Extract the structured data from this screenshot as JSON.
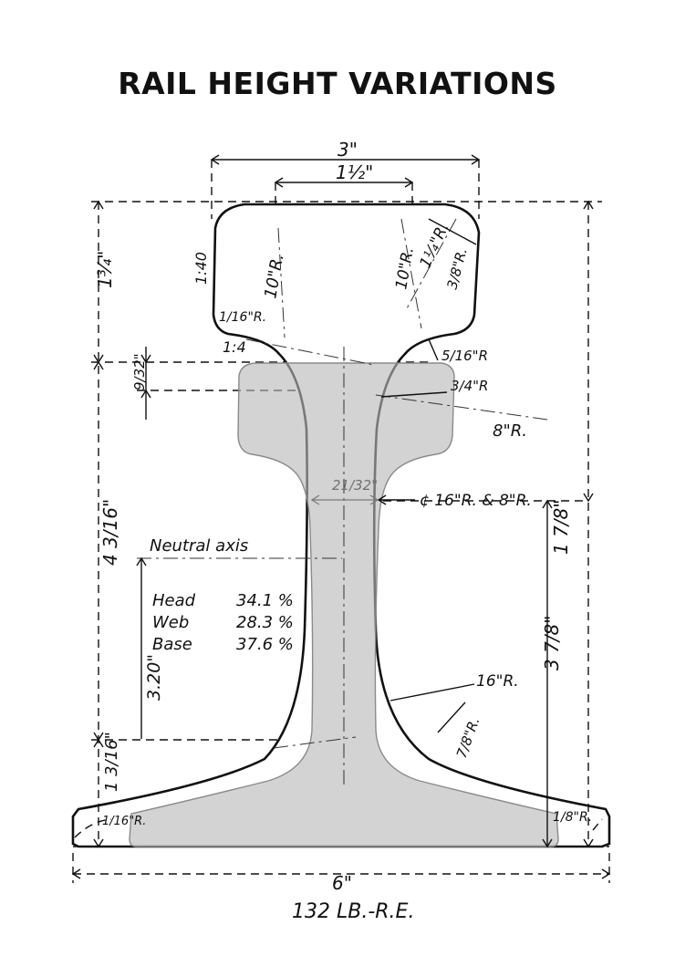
{
  "title": "RAIL HEIGHT VARIATIONS",
  "caption": "132 LB.-R.E.",
  "dimensions": {
    "head_width": "3\"",
    "head_top_width": "1½\"",
    "base_width": "6\"",
    "head_height": "1¾\"",
    "fillet_offset": "9/32\"",
    "web_height": "4 3/16\"",
    "base_thickness": "1 3/16\"",
    "neutral_axis_height": "3.20\"",
    "upper_height": "1 7/8\"",
    "lower_height": "3 7/8\"",
    "web_thickness": "21/32\""
  },
  "radii": {
    "head_side": "10\"R.",
    "head_side_right": "10\"R.",
    "head_corner": "1¼\"R.",
    "head_corner_small": "3/8\"R.",
    "head_under": "1/16\"R.",
    "fillet_small": "5/16\"R",
    "fillet_mid": "3/4\"R",
    "fillet_large": "8\"R.",
    "web_radius": "¢ 16\"R. & 8\"R.",
    "web_lower": "16\"R.",
    "base_fillet": "7/8\"R.",
    "base_tip_left": "1/16\"R.",
    "base_tip_right": "1/8\"R."
  },
  "slopes": {
    "head_side": "1:40",
    "under_head": "1:4"
  },
  "neutral_axis": {
    "label": "Neutral axis",
    "rows": [
      {
        "part": "Head",
        "value": "34.1 %"
      },
      {
        "part": "Web",
        "value": "28.3 %"
      },
      {
        "part": "Base",
        "value": "37.6 %"
      }
    ]
  },
  "colors": {
    "line": "#111111",
    "overlay_fill": "#b8b8b8",
    "overlay_stroke": "#8a8a8a"
  }
}
